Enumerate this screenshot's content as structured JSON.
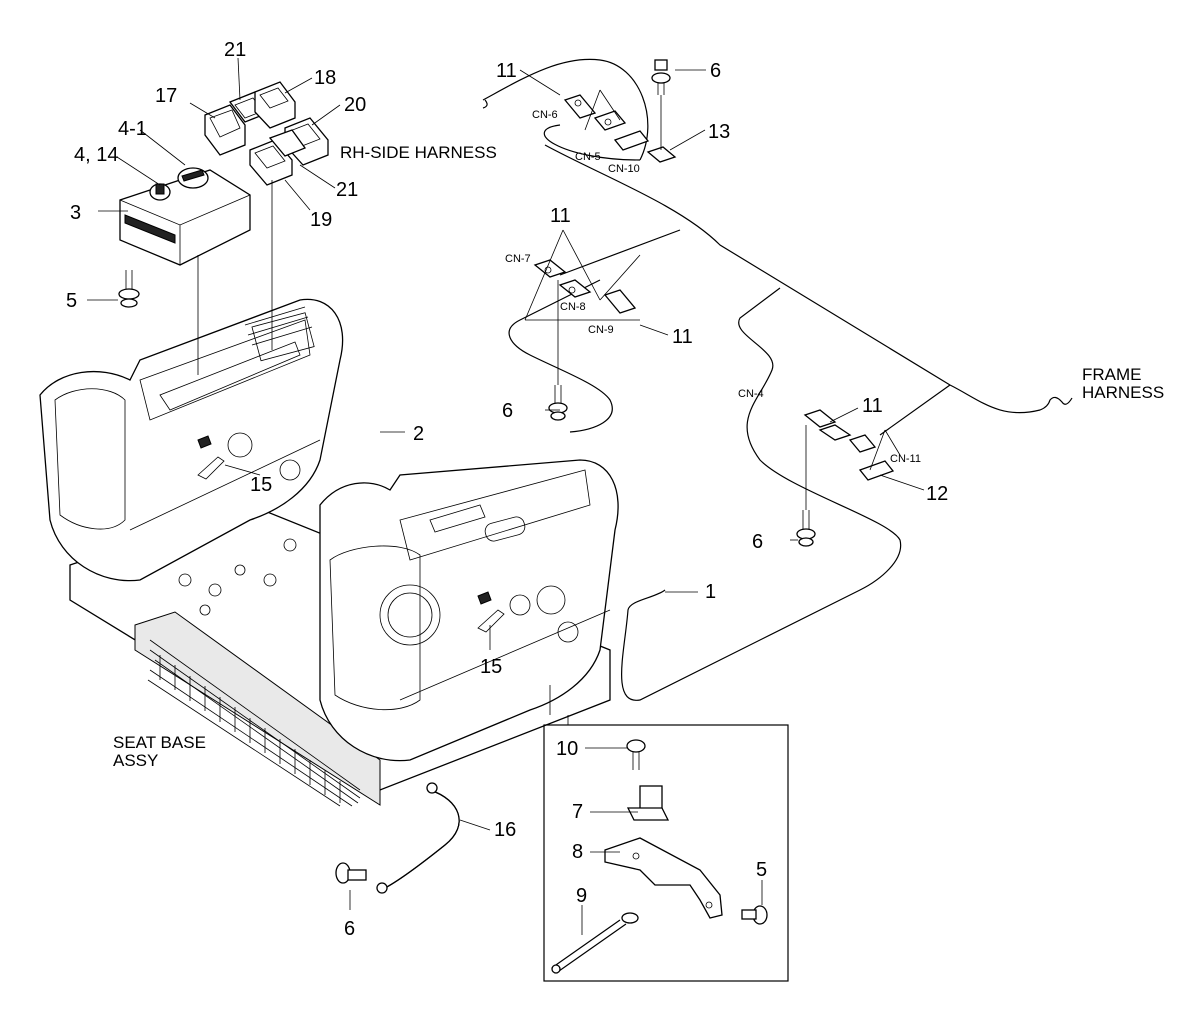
{
  "labels": {
    "rh_side_harness": "RH-SIDE HARNESS",
    "frame_harness_1": "FRAME",
    "frame_harness_2": "HARNESS",
    "seat_base_1": "SEAT BASE",
    "seat_base_2": "ASSY"
  },
  "connectors": {
    "cn4": "CN-4",
    "cn5": "CN-5",
    "cn6": "CN-6",
    "cn7": "CN-7",
    "cn8": "CN-8",
    "cn9": "CN-9",
    "cn10": "CN-10",
    "cn11": "CN-11"
  },
  "callouts": {
    "p1": "1",
    "p2": "2",
    "p3": "3",
    "p4_1": "4-1",
    "p4_14": "4, 14",
    "p5a": "5",
    "p5b": "5",
    "p6a": "6",
    "p6b": "6",
    "p6c": "6",
    "p6d": "6",
    "p7": "7",
    "p8": "8",
    "p9": "9",
    "p10": "10",
    "p11a": "11",
    "p11b": "11",
    "p11c": "11",
    "p11d": "11",
    "p12": "12",
    "p13": "13",
    "p15a": "15",
    "p15b": "15",
    "p16": "16",
    "p17": "17",
    "p18": "18",
    "p19": "19",
    "p20": "20",
    "p21a": "21",
    "p21b": "21"
  }
}
